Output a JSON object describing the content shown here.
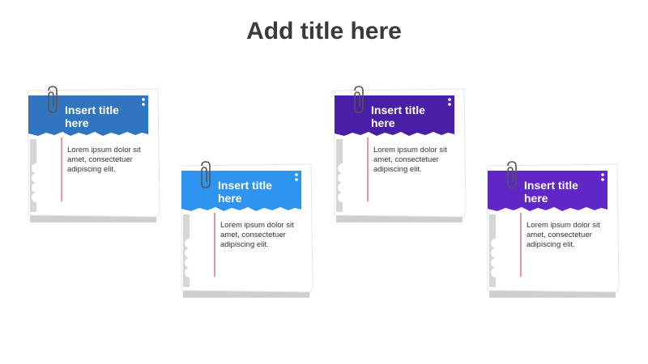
{
  "slide": {
    "title": "Add title here"
  },
  "notes": [
    {
      "title_line1": "Insert title",
      "title_line2": "here",
      "body": "Lorem ipsum dolor sit amet, consectetuer adipiscing elit.",
      "color": "#2f75c0"
    },
    {
      "title_line1": "Insert title",
      "title_line2": "here",
      "body": "Lorem ipsum dolor sit amet, consectetuer adipiscing elit.",
      "color": "#2d95f0"
    },
    {
      "title_line1": "Insert title",
      "title_line2": "here",
      "body": "Lorem ipsum dolor sit amet, consectetuer adipiscing elit.",
      "color": "#4a1fa8"
    },
    {
      "title_line1": "Insert title",
      "title_line2": "here",
      "body": "Lorem ipsum dolor sit amet, consectetuer adipiscing elit.",
      "color": "#6027c6"
    }
  ]
}
